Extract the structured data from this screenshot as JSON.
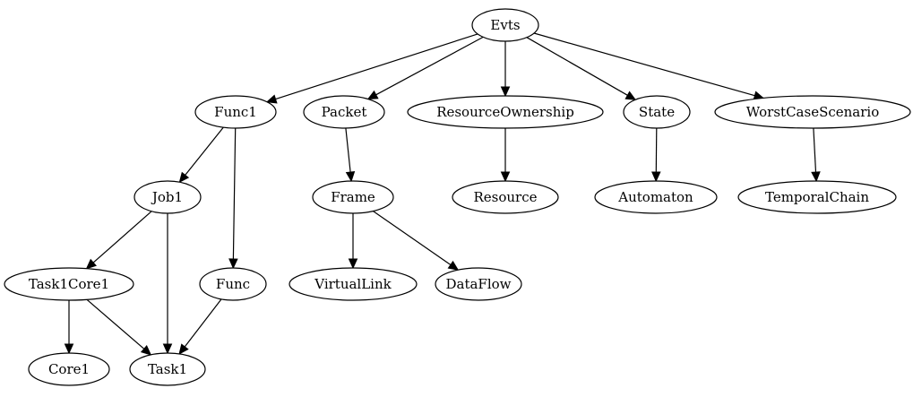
{
  "nodes": [
    {
      "id": "evts",
      "label": "Evts"
    },
    {
      "id": "func1",
      "label": "Func1"
    },
    {
      "id": "packet",
      "label": "Packet"
    },
    {
      "id": "resource_ownership",
      "label": "ResourceOwnership"
    },
    {
      "id": "state",
      "label": "State"
    },
    {
      "id": "worst_case_scenario",
      "label": "WorstCaseScenario"
    },
    {
      "id": "job1",
      "label": "Job1"
    },
    {
      "id": "frame",
      "label": "Frame"
    },
    {
      "id": "resource",
      "label": "Resource"
    },
    {
      "id": "automaton",
      "label": "Automaton"
    },
    {
      "id": "temporal_chain",
      "label": "TemporalChain"
    },
    {
      "id": "task1core1",
      "label": "Task1Core1"
    },
    {
      "id": "func",
      "label": "Func"
    },
    {
      "id": "virtual_link",
      "label": "VirtualLink"
    },
    {
      "id": "data_flow",
      "label": "DataFlow"
    },
    {
      "id": "core1",
      "label": "Core1"
    },
    {
      "id": "task1",
      "label": "Task1"
    }
  ],
  "edges": [
    {
      "from": "evts",
      "to": "func1"
    },
    {
      "from": "evts",
      "to": "packet"
    },
    {
      "from": "evts",
      "to": "resource_ownership"
    },
    {
      "from": "evts",
      "to": "state"
    },
    {
      "from": "evts",
      "to": "worst_case_scenario"
    },
    {
      "from": "func1",
      "to": "job1"
    },
    {
      "from": "func1",
      "to": "func"
    },
    {
      "from": "packet",
      "to": "frame"
    },
    {
      "from": "resource_ownership",
      "to": "resource"
    },
    {
      "from": "state",
      "to": "automaton"
    },
    {
      "from": "worst_case_scenario",
      "to": "temporal_chain"
    },
    {
      "from": "job1",
      "to": "task1core1"
    },
    {
      "from": "job1",
      "to": "task1"
    },
    {
      "from": "frame",
      "to": "virtual_link"
    },
    {
      "from": "frame",
      "to": "data_flow"
    },
    {
      "from": "task1core1",
      "to": "core1"
    },
    {
      "from": "task1core1",
      "to": "task1"
    },
    {
      "from": "func",
      "to": "task1"
    }
  ]
}
